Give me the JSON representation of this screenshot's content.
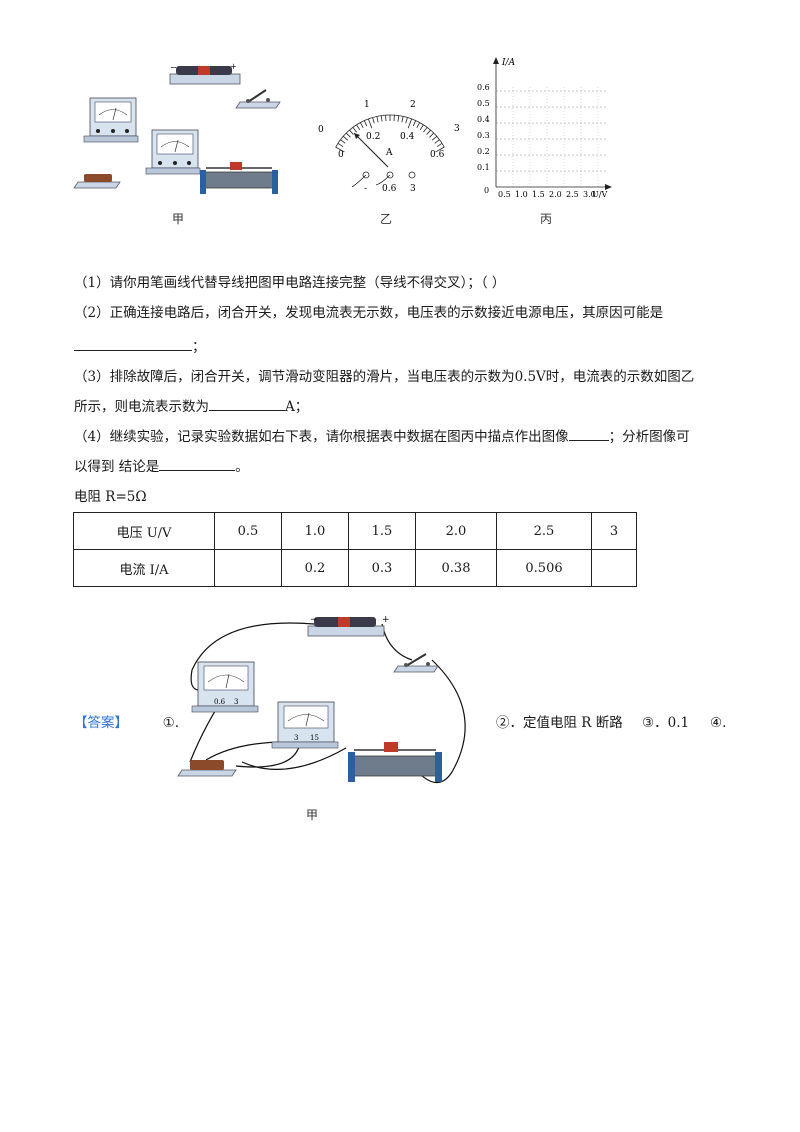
{
  "figures": {
    "jia_caption": "甲",
    "yi_caption": "乙",
    "bing_caption": "丙",
    "answer_jia_caption": "甲",
    "ammeter_scale": {
      "top_labels": [
        "0",
        "1",
        "2",
        "3"
      ],
      "bottom_labels": [
        "0",
        "0.2",
        "0.4",
        "0.6"
      ],
      "unit": "A",
      "terminals": [
        "-",
        "0.6",
        "3"
      ]
    },
    "voltmeter_terminals": [
      "3",
      "15"
    ],
    "ammeter_terminals": [
      "0.6",
      "3"
    ],
    "graph": {
      "y_axis_label": "I/A",
      "x_axis_label": "U/V",
      "origin": "0",
      "y_ticks": [
        "0.6",
        "0.5",
        "0.4",
        "0.3",
        "0.2",
        "0.1"
      ],
      "x_ticks": [
        "0.5",
        "1.0",
        "1.5",
        "2.0",
        "2.5",
        "3.0"
      ]
    }
  },
  "questions": {
    "q1": "（1）请你用笔画线代替导线把图甲电路连接完整（导线不得交叉）；（            ）",
    "q2_a": "（2）正确连接电路后，闭合开关，发现电流表无示数，电压表的示数接近电源电压，其原因可能是",
    "q2_b_end": "；",
    "q3_a": "（3）排除故障后，闭合开关，调节滑动变阻器的滑片，当电压表的示数为0.5V时，电流表的示数如图乙",
    "q3_b_pre": "所示，则电流表示数为",
    "q3_b_post": "A；",
    "q4_a_pre": "（4）继续实验，记录实验数据如右下表，请你根据表中数据在图丙中描点作出图像",
    "q4_a_post": "；分析图像可",
    "q4_b_pre": "以得到    结论是",
    "q4_b_post": "。",
    "resistance_note": "电阻 R=5Ω"
  },
  "table": {
    "rows": [
      {
        "header": "电压 U/V",
        "cells": [
          "0.5",
          "1.0",
          "1.5",
          "2.0",
          "2.5",
          "3"
        ]
      },
      {
        "header": "电流 I/A",
        "cells": [
          "",
          "0.2",
          "0.3",
          "0.38",
          "0.506",
          ""
        ]
      }
    ]
  },
  "answer": {
    "label": "【答案】",
    "part1": "①.",
    "part2": "②．定值电阻 R 断路",
    "part3": "③．0.1",
    "part4": "④."
  }
}
